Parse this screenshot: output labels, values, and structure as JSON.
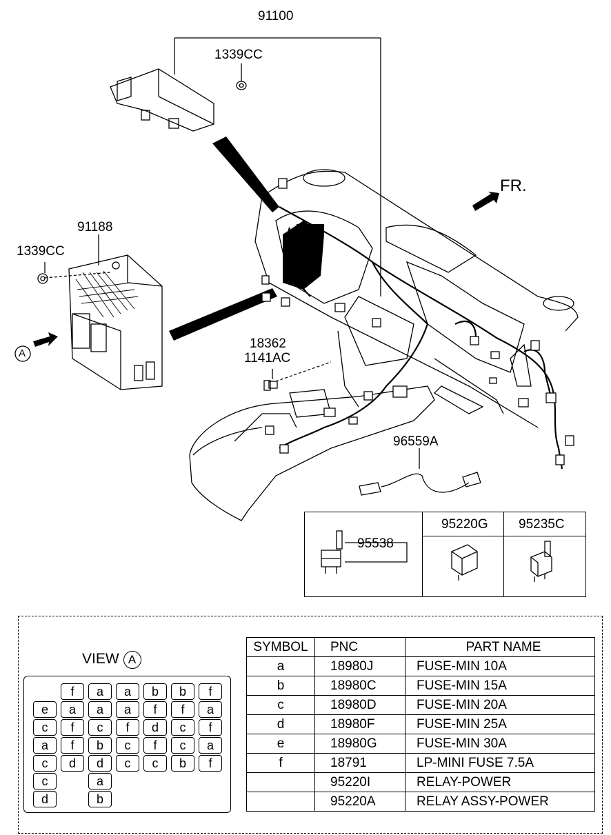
{
  "callouts": {
    "harness_main": "91100",
    "nut_top": "1339CC",
    "junction_box": "91188",
    "nut_left": "1339CC",
    "bolt_1": "18362",
    "bolt_2": "1141AC",
    "cable": "96559A",
    "direction": "FR.",
    "view_marker": "A"
  },
  "relay_box": {
    "relay_1": "95538",
    "relay_2": "95220G",
    "relay_3": "95235C"
  },
  "view": {
    "label": "VIEW",
    "marker": "A",
    "fuse_rows": [
      [
        "",
        "f",
        "a",
        "a",
        "b",
        "b",
        "f"
      ],
      [
        "e",
        "a",
        "a",
        "a",
        "f",
        "f",
        "a"
      ],
      [
        "c",
        "f",
        "c",
        "f",
        "d",
        "c",
        "f"
      ],
      [
        "a",
        "f",
        "b",
        "c",
        "f",
        "c",
        "a"
      ],
      [
        "c",
        "d",
        "d",
        "c",
        "c",
        "b",
        "f"
      ],
      [
        "c",
        "",
        "a",
        "",
        "",
        "",
        ""
      ],
      [
        "d",
        "",
        "b",
        "",
        "",
        "",
        ""
      ]
    ]
  },
  "parts_table": {
    "headers": [
      "SYMBOL",
      "PNC",
      "PART NAME"
    ],
    "rows": [
      [
        "a",
        "18980J",
        "FUSE-MIN 10A"
      ],
      [
        "b",
        "18980C",
        "FUSE-MIN 15A"
      ],
      [
        "c",
        "18980D",
        "FUSE-MIN 20A"
      ],
      [
        "d",
        "18980F",
        "FUSE-MIN 25A"
      ],
      [
        "e",
        "18980G",
        "FUSE-MIN 30A"
      ],
      [
        "f",
        "18791",
        "LP-MINI FUSE 7.5A"
      ],
      [
        "",
        "95220I",
        "RELAY-POWER"
      ],
      [
        "",
        "95220A",
        "RELAY ASSY-POWER"
      ]
    ]
  }
}
